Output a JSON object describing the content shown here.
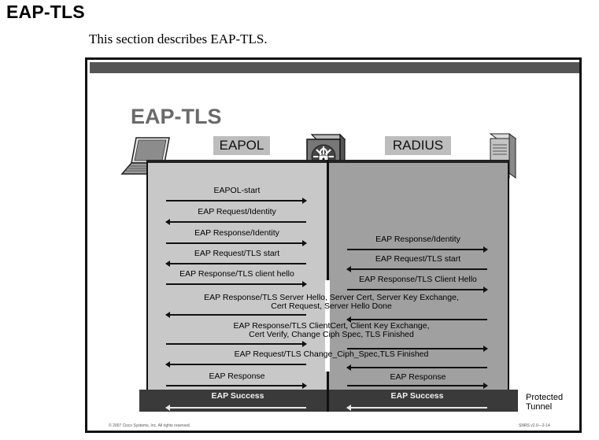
{
  "page": {
    "heading": "EAP-TLS",
    "intro": "This section describes EAP-TLS."
  },
  "slide": {
    "title": "EAP-TLS",
    "eapol_label": "EAPOL",
    "radius_label": "RADIUS",
    "protected_tunnel_line1": "Protected",
    "protected_tunnel_line2": "Tunnel",
    "copyright": "© 2007 Cisco Systems, Inc. All rights reserved.",
    "course_code": "SNRS v2.0—2-14",
    "icons": [
      "laptop-icon",
      "switch-icon",
      "server-icon"
    ],
    "colors": {
      "left_panel": "#c8c8c8",
      "right_panel": "#a0a0a0",
      "tunnel": "#3a3a3a"
    }
  },
  "messages": {
    "left": [
      "EAPOL-start",
      "EAP Request/Identity",
      "EAP Response/Identity",
      "EAP Request/TLS start",
      "EAP Response/TLS client hello",
      "EAP Response"
    ],
    "right": [
      "EAP Response/Identity",
      "EAP Request/TLS start",
      "EAP Response/TLS Client Hello",
      "EAP Response"
    ],
    "span": {
      "server_hello_line1": "EAP Response/TLS Server Hello, Server Cert, Server Key Exchange,",
      "server_hello_line2": "Cert Request, Server Hello Done",
      "client_cert_line1": "EAP Response/TLS ClientCert, Client Key Exchange,",
      "client_cert_line2": "Cert Verify, Change Ciph Spec, TLS Finished",
      "change_cipher": "EAP Request/TLS Change_Ciph_Spec,TLS Finished"
    },
    "success_left": "EAP Success",
    "success_right": "EAP Success"
  }
}
